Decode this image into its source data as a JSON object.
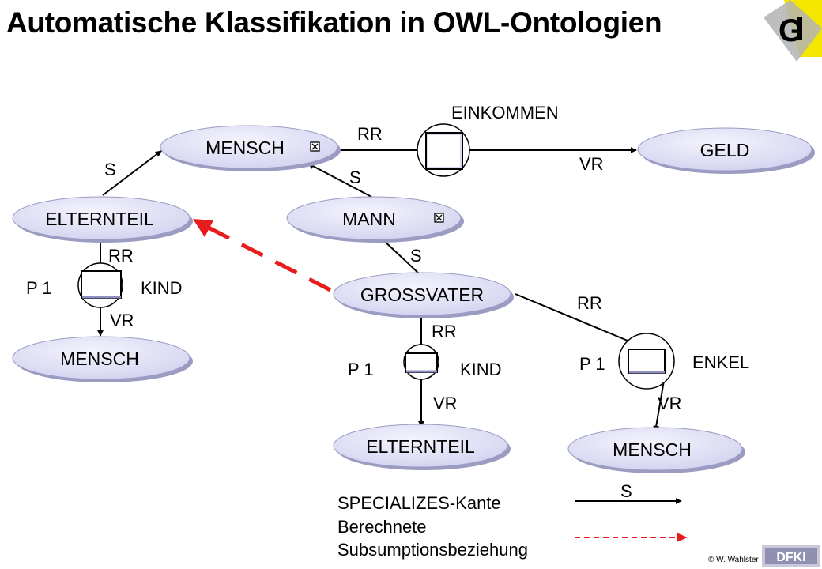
{
  "title": "Automatische Klassifikation in OWL-Ontologien",
  "logo_text": "G",
  "nodes": {
    "mensch_top": "MENSCH",
    "geld": "GELD",
    "elternteil_left": "ELTERNTEIL",
    "mann": "MANN",
    "mensch_left": "MENSCH",
    "grossvater": "GROSSVATER",
    "elternteil_bottom": "ELTERNTEIL",
    "mensch_bottom": "MENSCH"
  },
  "labels": {
    "einkommen": "EINKOMMEN",
    "rr_einkommen": "RR",
    "vr_einkommen": "VR",
    "s_mensch": "S",
    "s_mann": "S",
    "s_grossvater": "S",
    "rr_kind_left": "RR",
    "p1_left": "P 1",
    "kind_left": "KIND",
    "vr_kind_left": "VR",
    "rr_kind_bottom": "RR",
    "p1_bottom": "P 1",
    "kind_bottom": "KIND",
    "vr_kind_bottom": "VR",
    "rr_enkel": "RR",
    "p1_enkel": "P 1",
    "enkel": "ENKEL",
    "vr_enkel": "VR"
  },
  "legend": {
    "s_label": "S",
    "specializes": "SPECIALIZES-Kante",
    "computed_line1": "Berechnete",
    "computed_line2": "Subsumptionsbeziehung"
  },
  "credit": "© W. Wahlster",
  "footer_logo_text": "DFKI",
  "colors": {
    "node_fill": "#d9d9f4",
    "node_fill_light": "#efeffb",
    "computed_edge": "#e81c1c",
    "logo_yellow": "#f5e600",
    "logo_grey": "#b3b3b3"
  }
}
